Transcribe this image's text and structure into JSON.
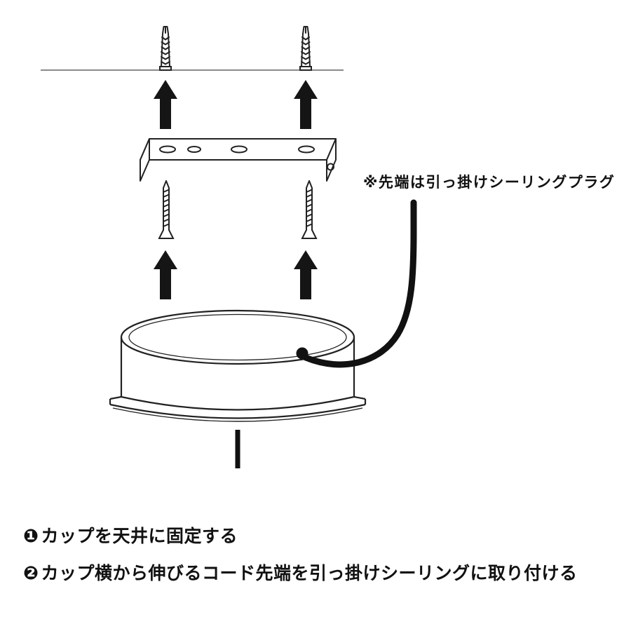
{
  "diagram": {
    "note_label": "※先端は引っ掛けシーリングプラグ",
    "parts": {
      "anchors": "wall-anchors",
      "bracket": "ceiling-mounting-bracket",
      "screws": "mounting-screws",
      "cup": "ceiling-cup",
      "cord": "power-cord"
    }
  },
  "instructions": {
    "steps": [
      {
        "marker": "❶",
        "text": "カップを天井に固定する"
      },
      {
        "marker": "❷",
        "text": "カップ横から伸びるコード先端を引っ掛けシーリングに取り付ける"
      }
    ]
  },
  "colors": {
    "ink": "#111111",
    "line": "#222222",
    "ceiling_line": "#8a8a8a",
    "background": "#ffffff"
  }
}
